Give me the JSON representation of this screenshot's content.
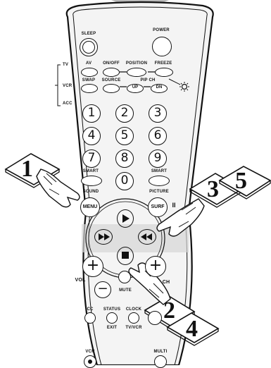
{
  "remote": {
    "top_buttons": {
      "sleep": "SLEEP",
      "power": "POWER"
    },
    "mode_labels": {
      "tv": "TV",
      "vcr": "VCR",
      "acc": "ACC"
    },
    "row_tv": {
      "av": "AV",
      "onoff": "ON/OFF",
      "position": "POSITION",
      "freeze": "FREEZE"
    },
    "row_vcr": {
      "swap": "SWAP",
      "source": "SOURCE",
      "pipch": "PIP CH",
      "up": "UP",
      "dn": "DN"
    },
    "digits": [
      "1",
      "2",
      "3",
      "4",
      "5",
      "6",
      "7",
      "8",
      "9",
      "0"
    ],
    "smart_left": "SMART",
    "smart_right": "SMART",
    "sound": "SOUND",
    "picture": "PICTURE",
    "menu": "MENU",
    "surf": "SURF",
    "pause_mark": "II",
    "vol": "VOL",
    "ch": "CH",
    "mute": "MUTE",
    "plus_symbol": "+",
    "minus_symbol": "−",
    "bottom": {
      "cc": "CC",
      "status": "STATUS",
      "exit": "EXIT",
      "clock": "CLOCK",
      "tvvcr": "TV/VCR"
    },
    "lowest": {
      "vcr": "VCR",
      "multi": "MULTI"
    }
  },
  "step_cards": [
    "1",
    "3",
    "5",
    "2",
    "4"
  ]
}
